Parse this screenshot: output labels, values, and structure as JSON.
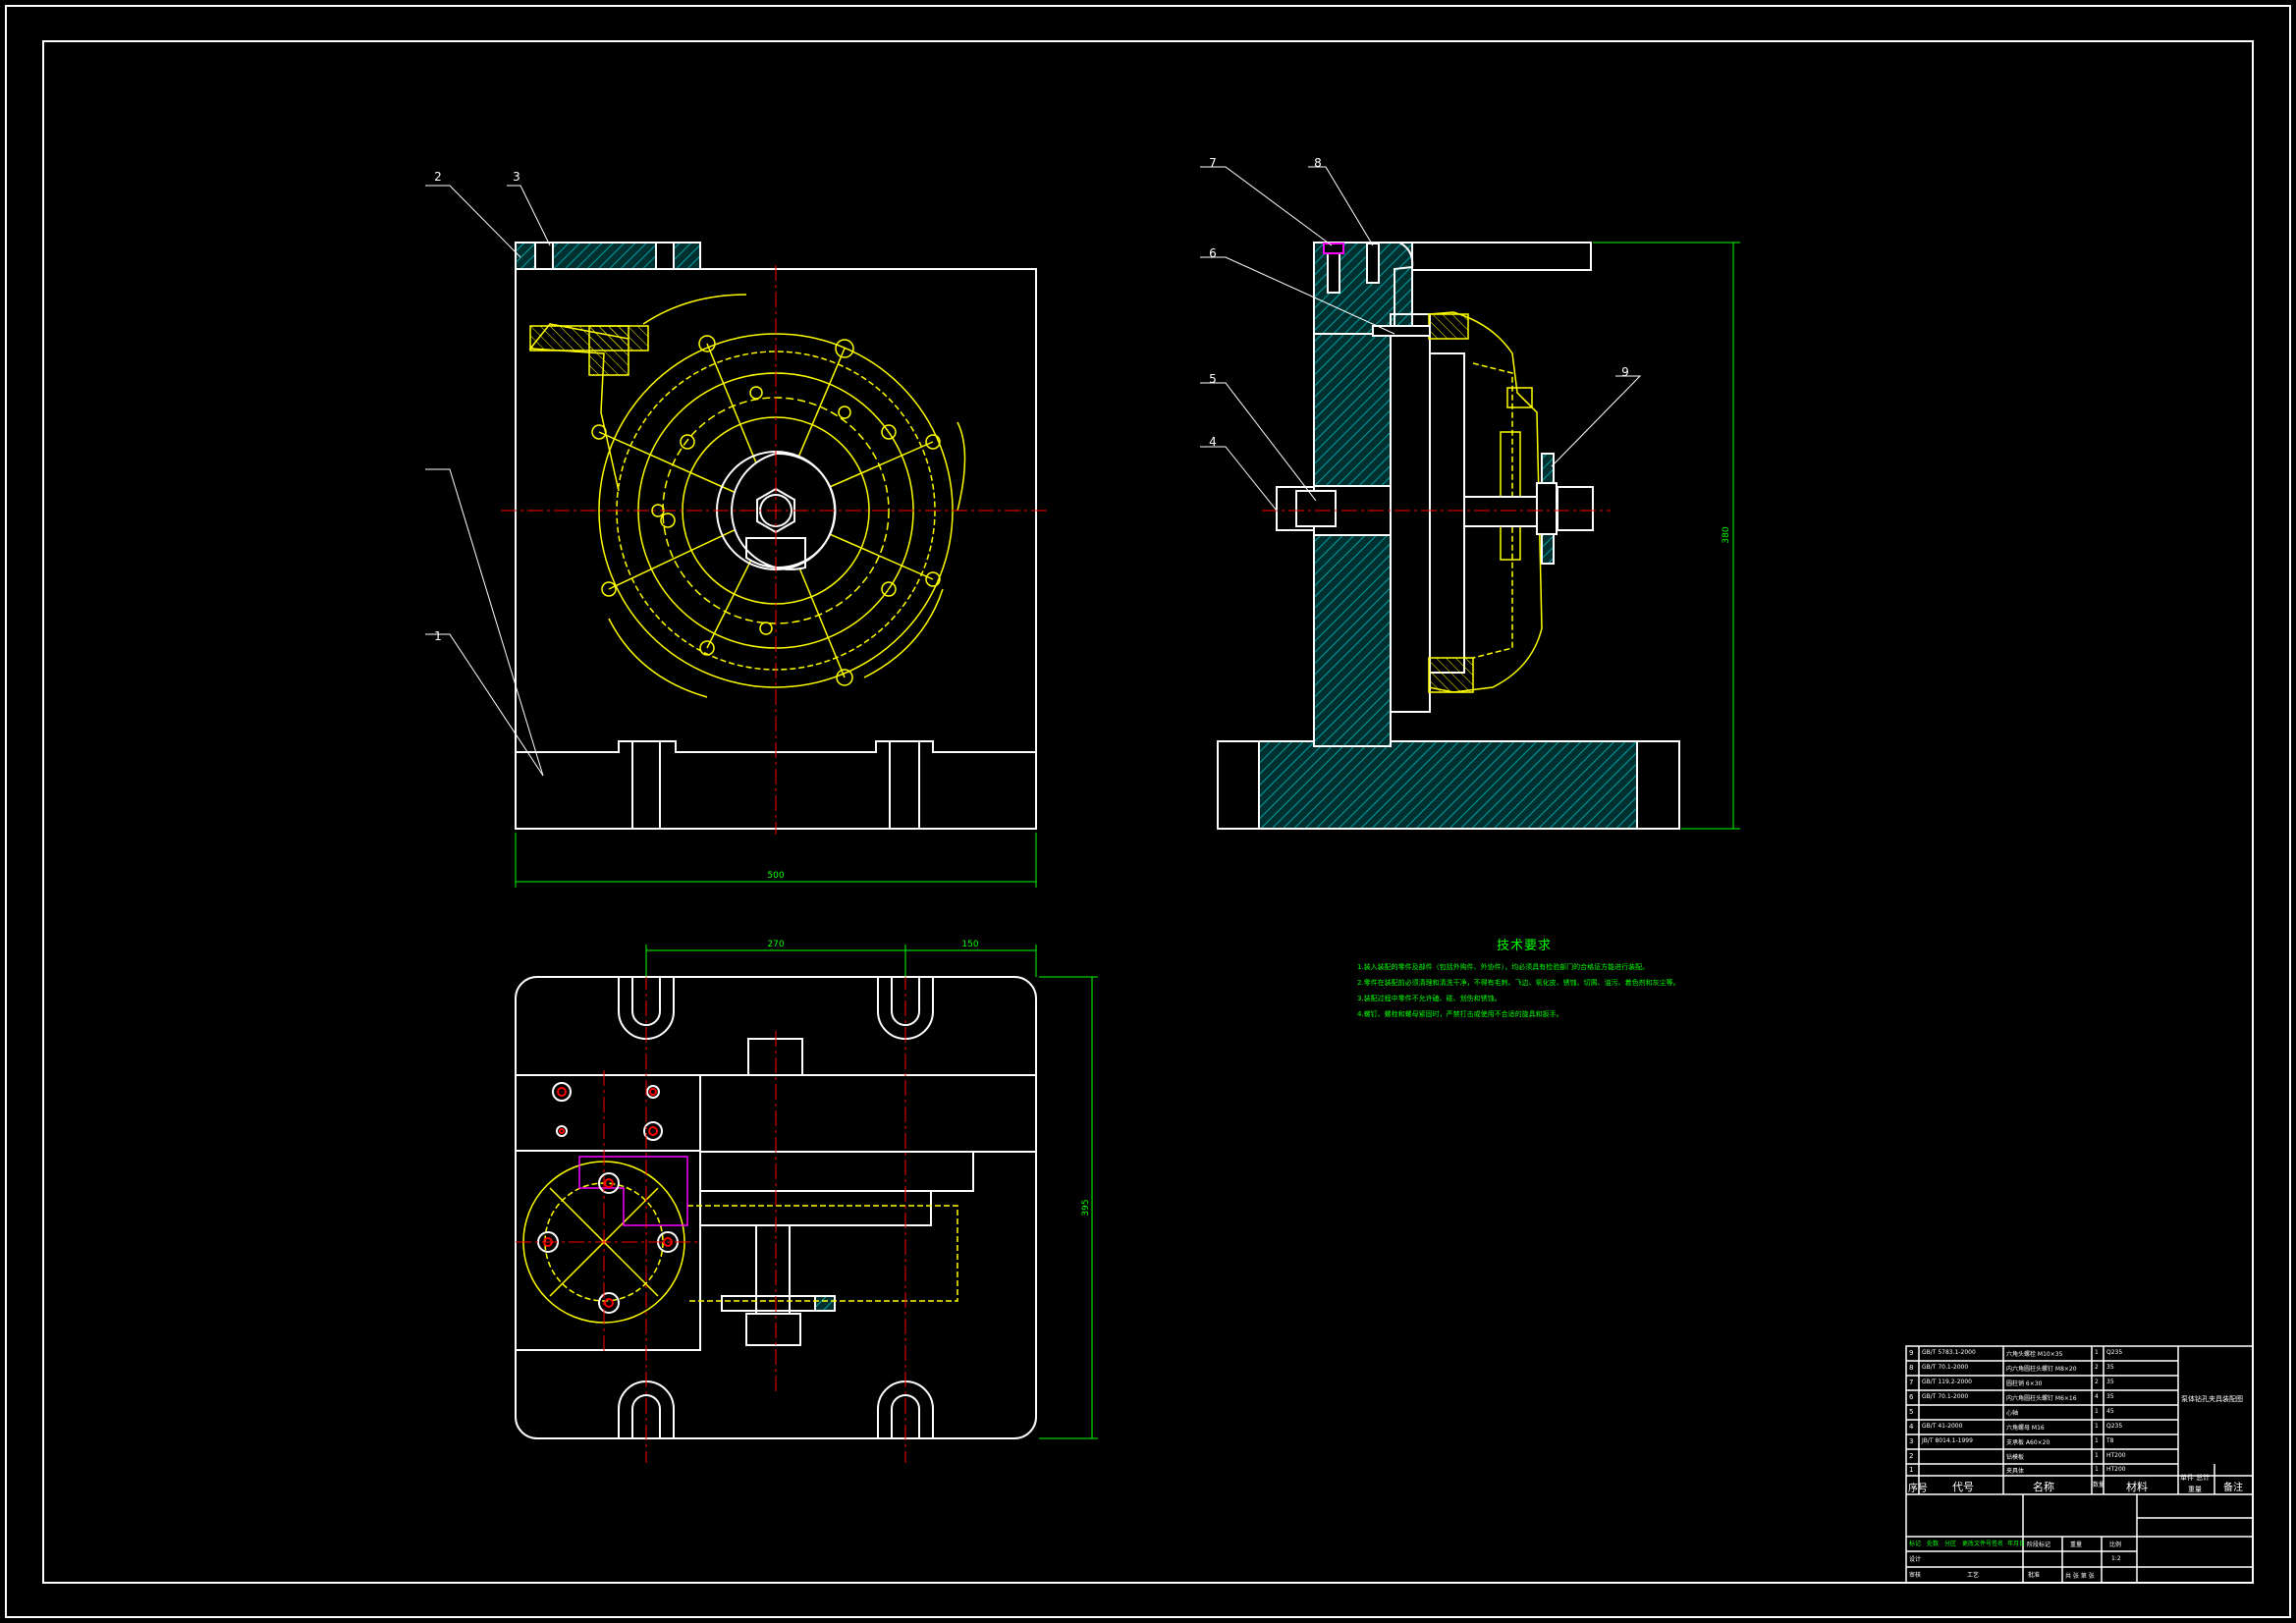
{
  "colors": {
    "background": "#000000",
    "outline": "#ffffff",
    "centerline": "#ff0000",
    "workpiece": "#ffff00",
    "hatch": "#00a0a0",
    "dimension": "#00ff00",
    "highlight": "#ff00ff"
  },
  "balloons": [
    "1",
    "2",
    "3",
    "4",
    "5",
    "6",
    "7",
    "8",
    "9"
  ],
  "dimensions": {
    "front_width": "500",
    "side_height": "380",
    "top_span_a": "270",
    "top_span_b": "150",
    "top_height": "395"
  },
  "technical_requirements": {
    "title": "技术要求",
    "lines": [
      "1.装入装配的零件及部件（包括外购件、外协件），均必须具有检验部门的合格证方能进行装配。",
      "2.零件在装配前必须清理和清洗干净，不得有毛刺、飞边、氧化皮、锈蚀、切屑、油污、着色剂和灰尘等。",
      "3.装配过程中零件不允许磕、碰、划伤和锈蚀。",
      "4.螺钉、螺栓和螺母紧固时，严禁打击或使用不合适的旋具和扳手。"
    ]
  },
  "title_block": {
    "header": {
      "seq": "序号",
      "code": "代号",
      "name": "名称",
      "qty": "数量",
      "material": "材料",
      "weight": "单件 总计",
      "weight_sub": "重量",
      "remark": "备注"
    },
    "rows": [
      {
        "no": "9",
        "code": "GB/T 5783.1-2000",
        "name": "六角头螺栓 M10×35",
        "qty": "1",
        "material": "Q235"
      },
      {
        "no": "8",
        "code": "GB/T 70.1-2000",
        "name": "内六角圆柱头螺钉 M8×20",
        "qty": "2",
        "material": "35"
      },
      {
        "no": "7",
        "code": "GB/T 119.2-2000",
        "name": "圆柱销 6×30",
        "qty": "2",
        "material": "35"
      },
      {
        "no": "6",
        "code": "GB/T 70.1-2000",
        "name": "内六角圆柱头螺钉 M6×16",
        "qty": "4",
        "material": "35"
      },
      {
        "no": "5",
        "code": "",
        "name": "心轴",
        "qty": "1",
        "material": "45"
      },
      {
        "no": "4",
        "code": "GB/T 41-2000",
        "name": "六角螺母 M16",
        "qty": "1",
        "material": "Q235"
      },
      {
        "no": "3",
        "code": "JB/T 8014.1-1999",
        "name": "支承板 A60×20",
        "qty": "1",
        "material": "T8"
      },
      {
        "no": "2",
        "code": "",
        "name": "钻模板",
        "qty": "1",
        "material": "HT200"
      },
      {
        "no": "1",
        "code": "",
        "name": "夹具体",
        "qty": "1",
        "material": "HT200"
      }
    ],
    "drawing_title": "泵体钻孔夹具装配图",
    "sign_labels": [
      "标记",
      "处数",
      "分区",
      "更改文件号",
      "签名",
      "年月日"
    ],
    "role_labels": [
      "设计",
      "审核",
      "工艺",
      "批准"
    ],
    "stage_labels": [
      "阶段标记",
      "重量",
      "比例"
    ],
    "scale": "1:2",
    "sheet": "共 张 第 张"
  }
}
